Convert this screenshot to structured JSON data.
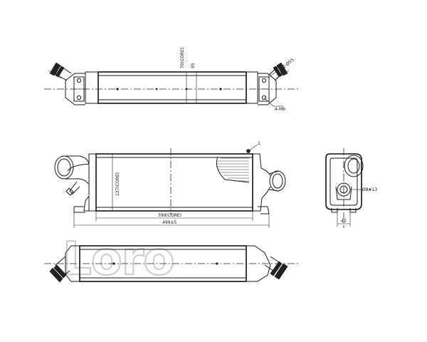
{
  "brand": {
    "logo_text": "Loro"
  },
  "top_view": {
    "dim_core_height": "70(CORE)",
    "dim_tube": "95",
    "dim_holes": "2-Ø55",
    "dim_bracket": "4-M6"
  },
  "front_view": {
    "callout_number": "1",
    "dim_core_height": "127(CORE)",
    "dim_core_width": "399(CORE)",
    "dim_overall_width": "499±5"
  },
  "side_view": {
    "dim_port": "Ø8#13",
    "dim_base": "40"
  }
}
